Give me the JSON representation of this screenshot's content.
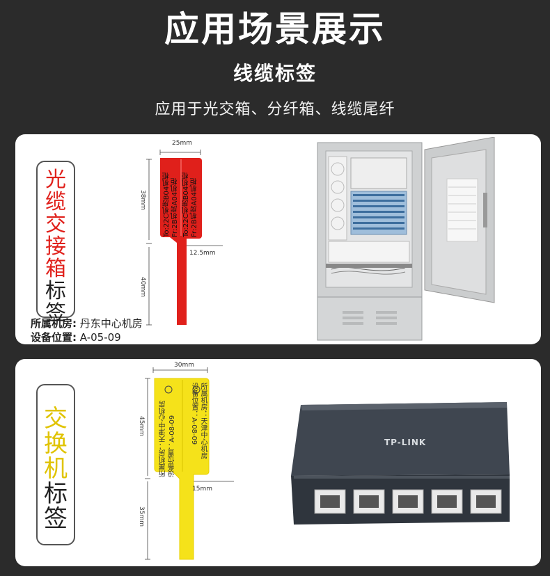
{
  "header": {
    "title": "应用场景展示",
    "subtitle": "线缆标签",
    "description": "应用于光交箱、分纤箱、线缆尾纤"
  },
  "section1": {
    "vertical_label": [
      "光",
      "缆",
      "交",
      "接",
      "箱",
      "标",
      "签"
    ],
    "label_color": "#e0201b",
    "info": [
      {
        "key": "所属机房:",
        "value": "丹东中心机房"
      },
      {
        "key": "设备位置:",
        "value": "A-05-09"
      }
    ],
    "tag": {
      "color": "#e0201b",
      "dims": {
        "width": "25mm",
        "flag_height": "38mm",
        "tail_height": "40mm",
        "tail_width": "12.5mm"
      },
      "text_front": [
        "To:22C机房B04机柜",
        "Fr:2B机房A04机柜"
      ],
      "text_back": [
        "To:22C机房B04机柜",
        "Fr:2B机房A04机柜"
      ]
    }
  },
  "section2": {
    "vertical_label": [
      "交",
      "换",
      "机",
      "标",
      "签"
    ],
    "label_color": "#e0c300",
    "tag": {
      "color": "#f5e21a",
      "dims": {
        "width": "30mm",
        "flag_height": "45mm",
        "tail_height": "35mm",
        "tail_width": "15mm"
      },
      "text_front": [
        "所属机房：天津中心机房",
        "设备位置：A-08-09"
      ],
      "text_back": [
        "所属机房：天津中心机房",
        "设备位置：A-08-09"
      ]
    },
    "switch_brand": "TP-LINK"
  }
}
